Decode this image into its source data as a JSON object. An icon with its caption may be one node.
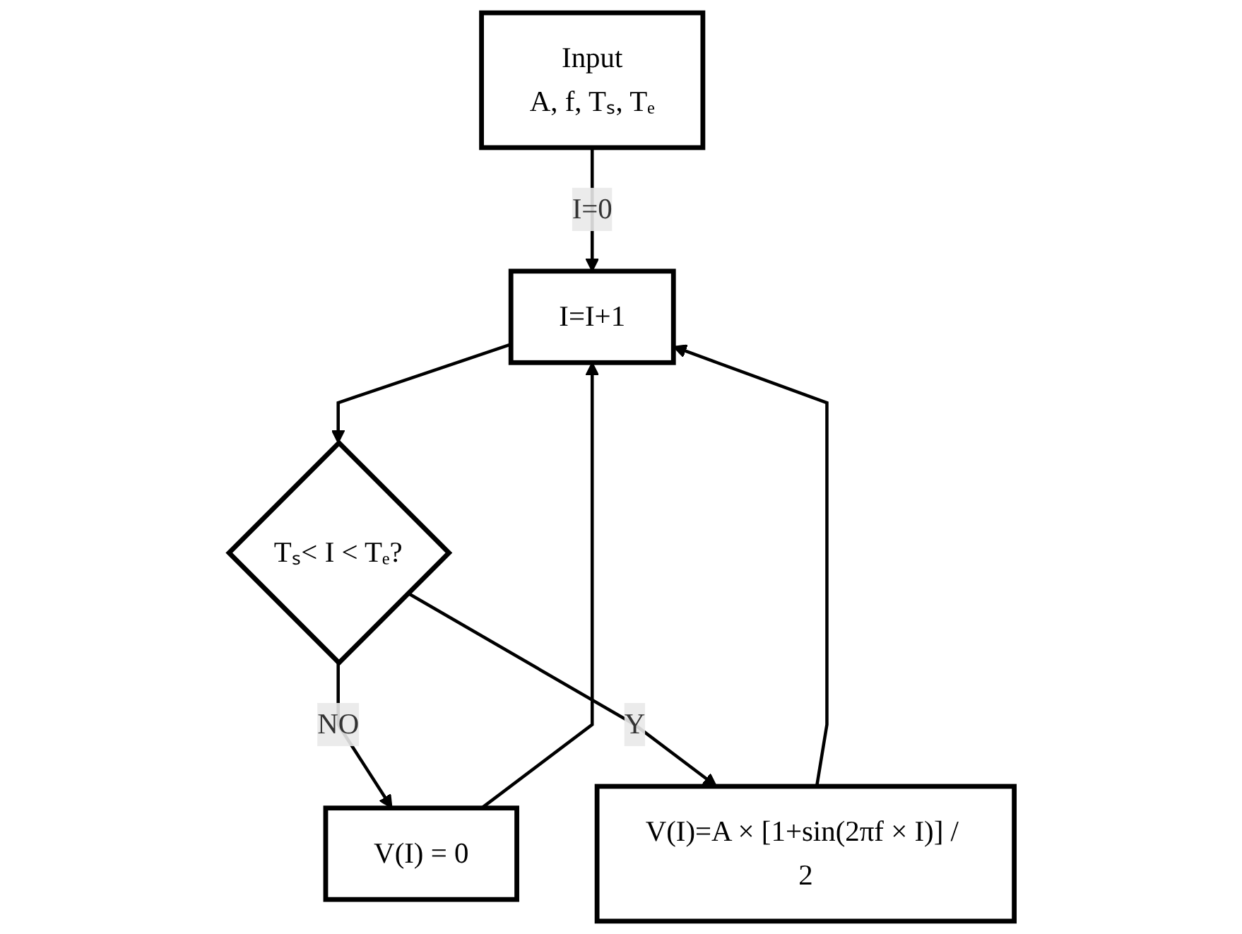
{
  "diagram": {
    "nodes": [
      {
        "text": [
          "Input",
          "A, f, Tₛ, Tₑ"
        ]
      },
      {
        "text": [
          "I=I+1"
        ]
      },
      {
        "text": [
          "Tₛ< I < Tₑ?"
        ]
      },
      {
        "text": [
          "V(I) = 0"
        ]
      },
      {
        "text": [
          "V(I)=A × [1+sin(2πf × I)] / 2"
        ]
      }
    ],
    "edges": [
      {
        "from": 0,
        "to": 1,
        "arrow": "to",
        "label": "I=0"
      },
      {
        "from": 1,
        "to": 2,
        "arrow": "to"
      },
      {
        "from": 2,
        "to": 3,
        "arrow": "to",
        "label": "NO"
      },
      {
        "from": 2,
        "to": 4,
        "arrow": "to",
        "label": "Y"
      },
      {
        "from": 3,
        "to": 1,
        "arrow": "to"
      },
      {
        "from": 4,
        "to": 1,
        "arrow": "to"
      }
    ]
  }
}
